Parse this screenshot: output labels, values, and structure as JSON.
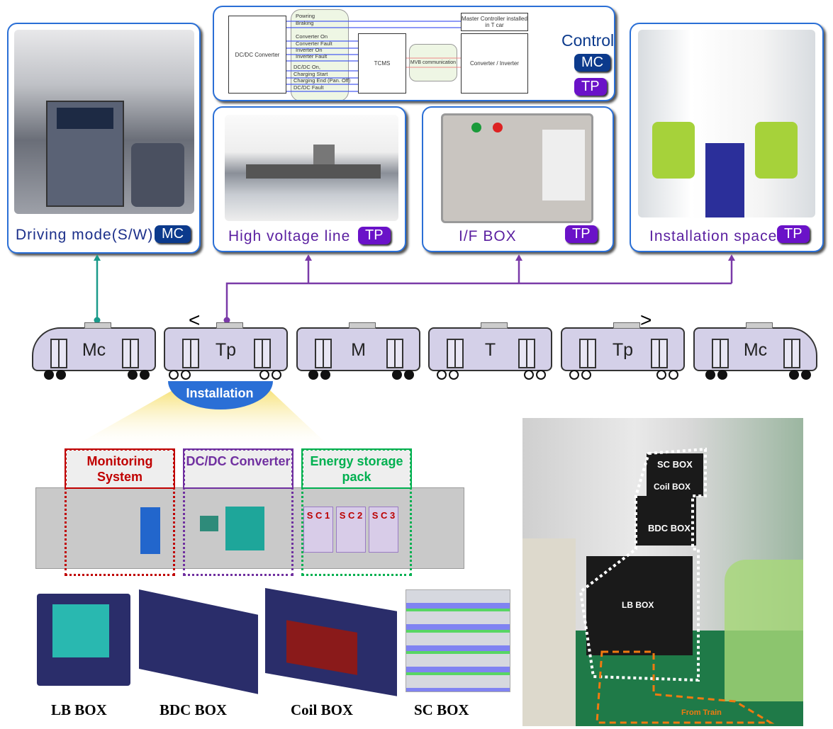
{
  "panels": {
    "driving": {
      "label": "Driving  mode(S/W)",
      "badge": "MC"
    },
    "control": {
      "title": "Control",
      "badges": [
        "MC",
        "TP"
      ],
      "blocks": {
        "dcdc": "DC/DC Converter",
        "tcms": "TCMS",
        "mvb": "MVB communication",
        "master": "Master Controller installed in T car",
        "conv": "Converter / Inverter"
      },
      "signals": [
        "Powring",
        "Braking",
        "Converter On",
        "Converter Fault",
        "Inverter On",
        "Inverter Fault",
        "DC/DC On,",
        "Charging Start",
        "Charging End (Pan. Off)",
        "DC/DC Fault"
      ]
    },
    "hv": {
      "label": "High  voltage  line",
      "badge": "TP"
    },
    "ifbox": {
      "label": "I/F  BOX",
      "badge": "TP"
    },
    "space": {
      "label": "Installation  space",
      "badge": "TP"
    }
  },
  "train": {
    "cars": [
      "Mc",
      "Tp",
      "M",
      "T",
      "Tp",
      "Mc"
    ],
    "left_arrow": "<",
    "right_arrow": ">",
    "installation": "Installation"
  },
  "system": {
    "monitoring": "Monitoring System",
    "dcdc": "DC/DC Converter",
    "energy": "Energy storage pack",
    "sc": [
      "S C 1",
      "S C 2",
      "S C 3"
    ]
  },
  "boxes": [
    "LB BOX",
    "BDC BOX",
    "Coil BOX",
    "SC BOX"
  ],
  "photo": {
    "sc": "SC BOX",
    "coil": "Coil BOX",
    "bdc": "BDC BOX",
    "lb": "LB BOX",
    "from": "From Train"
  },
  "colors": {
    "mc": "#0c3a8c",
    "tp": "#6a12c8",
    "link_mc": "#1a9a8a",
    "link_tp": "#7a3aa8",
    "monitor": "#c00000",
    "converter": "#7030a0",
    "energy": "#00b050"
  }
}
